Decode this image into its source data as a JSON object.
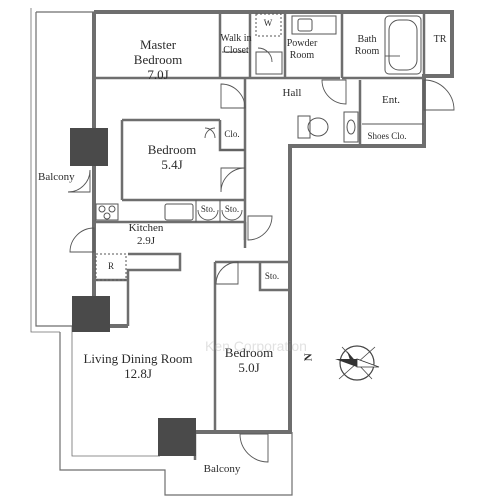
{
  "rooms": {
    "master_bedroom": {
      "name_line1": "Master",
      "name_line2": "Bedroom",
      "size": "7.0J"
    },
    "walk_in_closet": {
      "line1": "Walk in",
      "line2": "Closet"
    },
    "washer": {
      "label": "W"
    },
    "powder_room": {
      "line1": "Powder",
      "line2": "Room"
    },
    "bath_room": {
      "line1": "Bath",
      "line2": "Room"
    },
    "trunk_room": {
      "label": "TR"
    },
    "hall": {
      "label": "Hall"
    },
    "entrance": {
      "label": "Ent."
    },
    "shoes_closet": {
      "label": "Shoes Clo."
    },
    "closet": {
      "label": "Clo."
    },
    "bedroom_2": {
      "name": "Bedroom",
      "size": "5.4J"
    },
    "balcony_west": {
      "label": "Balcony"
    },
    "storage_1": {
      "label": "Sto."
    },
    "storage_2": {
      "label": "Sto."
    },
    "kitchen": {
      "name": "Kitchen",
      "size": "2.9J"
    },
    "refrigerator": {
      "label": "R"
    },
    "storage_3": {
      "label": "Sto."
    },
    "living_dining": {
      "name": "Living Dining Room",
      "size": "12.8J"
    },
    "bedroom_3": {
      "name": "Bedroom",
      "size": "5.0J"
    },
    "balcony_south": {
      "label": "Balcony"
    }
  },
  "compass": {
    "label": "N"
  },
  "watermark": {
    "text": "Ken Corporation"
  },
  "colors": {
    "wall": "#6e6e6e",
    "pillar": "#4a4a4a",
    "line": "#555555",
    "text": "#2b2b2b"
  }
}
